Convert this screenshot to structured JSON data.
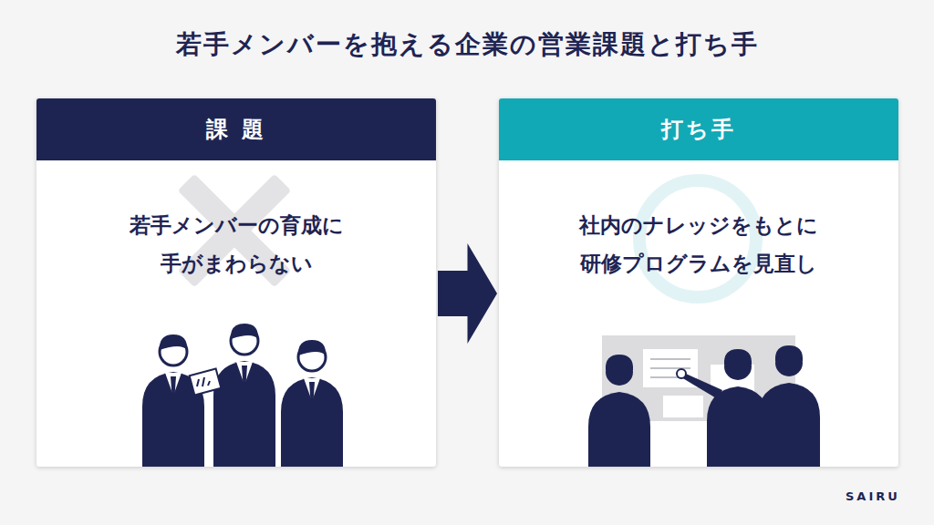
{
  "diagram": {
    "title": "若手メンバーを抱える企業の営業課題と打ち手",
    "nodes": [
      {
        "text": [
          "課 題",
          "若手メンバーの育成に 手がまわらない"
        ]
      },
      {
        "text": [
          "打ち手",
          "社内のナレッジをもとに 研修プログラムを見直し"
        ]
      }
    ],
    "edges": [
      {
        "from": 0,
        "to": 1,
        "arrow": "to"
      }
    ],
    "labels": [
      "SAIRU"
    ]
  }
}
